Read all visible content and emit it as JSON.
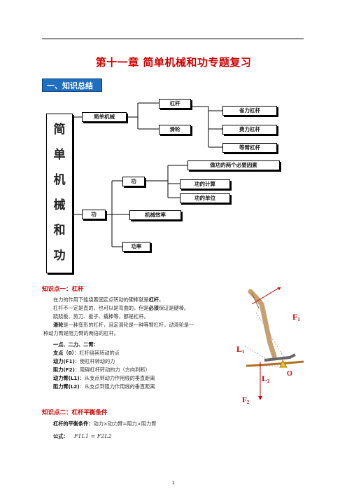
{
  "title": "第十一章  简单机械和功专题复习",
  "section1": "一、知识总结",
  "map": {
    "root_chars": [
      "简",
      "单",
      "机",
      "械",
      "和",
      "功"
    ],
    "simple_machines": "简单机械",
    "lever": "杠杆",
    "pulley": "滑轮",
    "labor_lever": "省力杠杆",
    "effort_lever": "费力杠杆",
    "equal_lever": "等臂杠杆",
    "work": "功",
    "work2": "功",
    "work_factors": "做功的两个必要因素",
    "work_calc": "功的计算",
    "work_unit": "功的单位",
    "efficiency": "机械效率",
    "power": "功率"
  },
  "kp1": {
    "heading": "知识点一：杠杆",
    "p1a": "在力的作用下能绕着固定点转动的硬棒就是",
    "p1b": "杠杆",
    "p1c": "。",
    "p2a": "杠杆不一定是直的，也可以是弯曲的，但是",
    "p2b": "必须",
    "p2c": "保证是硬棒。",
    "p3": "跷跷板、剪刀、扳子、撬棒等，都是杠杆。",
    "p4a": "滑轮",
    "p4b": "是一种变形的杠杆，且定滑轮是一种等臂杠杆，动滑轮是一",
    "p5": "种动力臂是阻力臂的两倍的杠杆。",
    "list_title": "一点、二力、二臂：",
    "items": [
      {
        "term": "支点（0）",
        "desc": "：杠杆绕其转动的点"
      },
      {
        "term": "动力(F1)",
        "desc": "：使杠杆转动的力"
      },
      {
        "term": "阻力(F2)",
        "desc": "：阻碍杠杆转动的力（方向判断）"
      },
      {
        "term": "动力臂(L1)",
        "desc": "：从支点到动力作用线的垂直距离"
      },
      {
        "term": "阻力臂(L2)",
        "desc": "：从支点到阻力作用线的垂直距离"
      }
    ]
  },
  "kp2": {
    "heading": "知识点二：杠杆平衡条件",
    "cond_label": "杠杆的平衡条件：",
    "cond_text": "动力×动力臂=阻力×阻力臂",
    "formula_label": "公式：",
    "formula": "F1L1 = F2L2"
  },
  "diagram": {
    "F1": "F",
    "F1_sub": "1",
    "L1": "L",
    "L1_sub": "1",
    "O": "O",
    "L2": "L",
    "L2_sub": "2",
    "F2": "F",
    "F2_sub": "2"
  },
  "page_number": "1"
}
